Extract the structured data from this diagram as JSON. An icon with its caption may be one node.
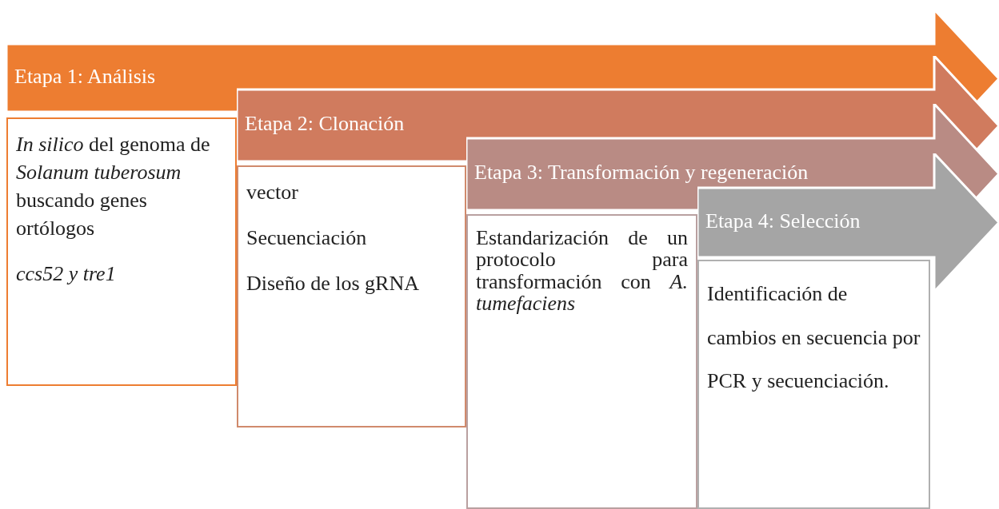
{
  "diagram": {
    "nodes": [
      {
        "text": [
          "Etapa 1: Análisis"
        ]
      },
      {
        "text": [
          "*In  silico* del genoma de *Solanum tuberosum* buscando genes ortólogos",
          "ccs52 y tre1"
        ]
      },
      {
        "text": [
          "Etapa 2: Clonación"
        ]
      },
      {
        "text": [
          "vector",
          "Secuenciación",
          "Diseño de los gRNA"
        ]
      },
      {
        "text": [
          "Etapa 3: Transformación y regeneración"
        ]
      },
      {
        "text": [
          "Estandarización de un protocolo para transformación con *A. tumefaciens*"
        ]
      },
      {
        "text": [
          "Etapa 4: Selección"
        ]
      },
      {
        "text": [
          "Identificación de cambios en secuencia por PCR y secuenciación."
        ]
      }
    ],
    "edges": []
  }
}
